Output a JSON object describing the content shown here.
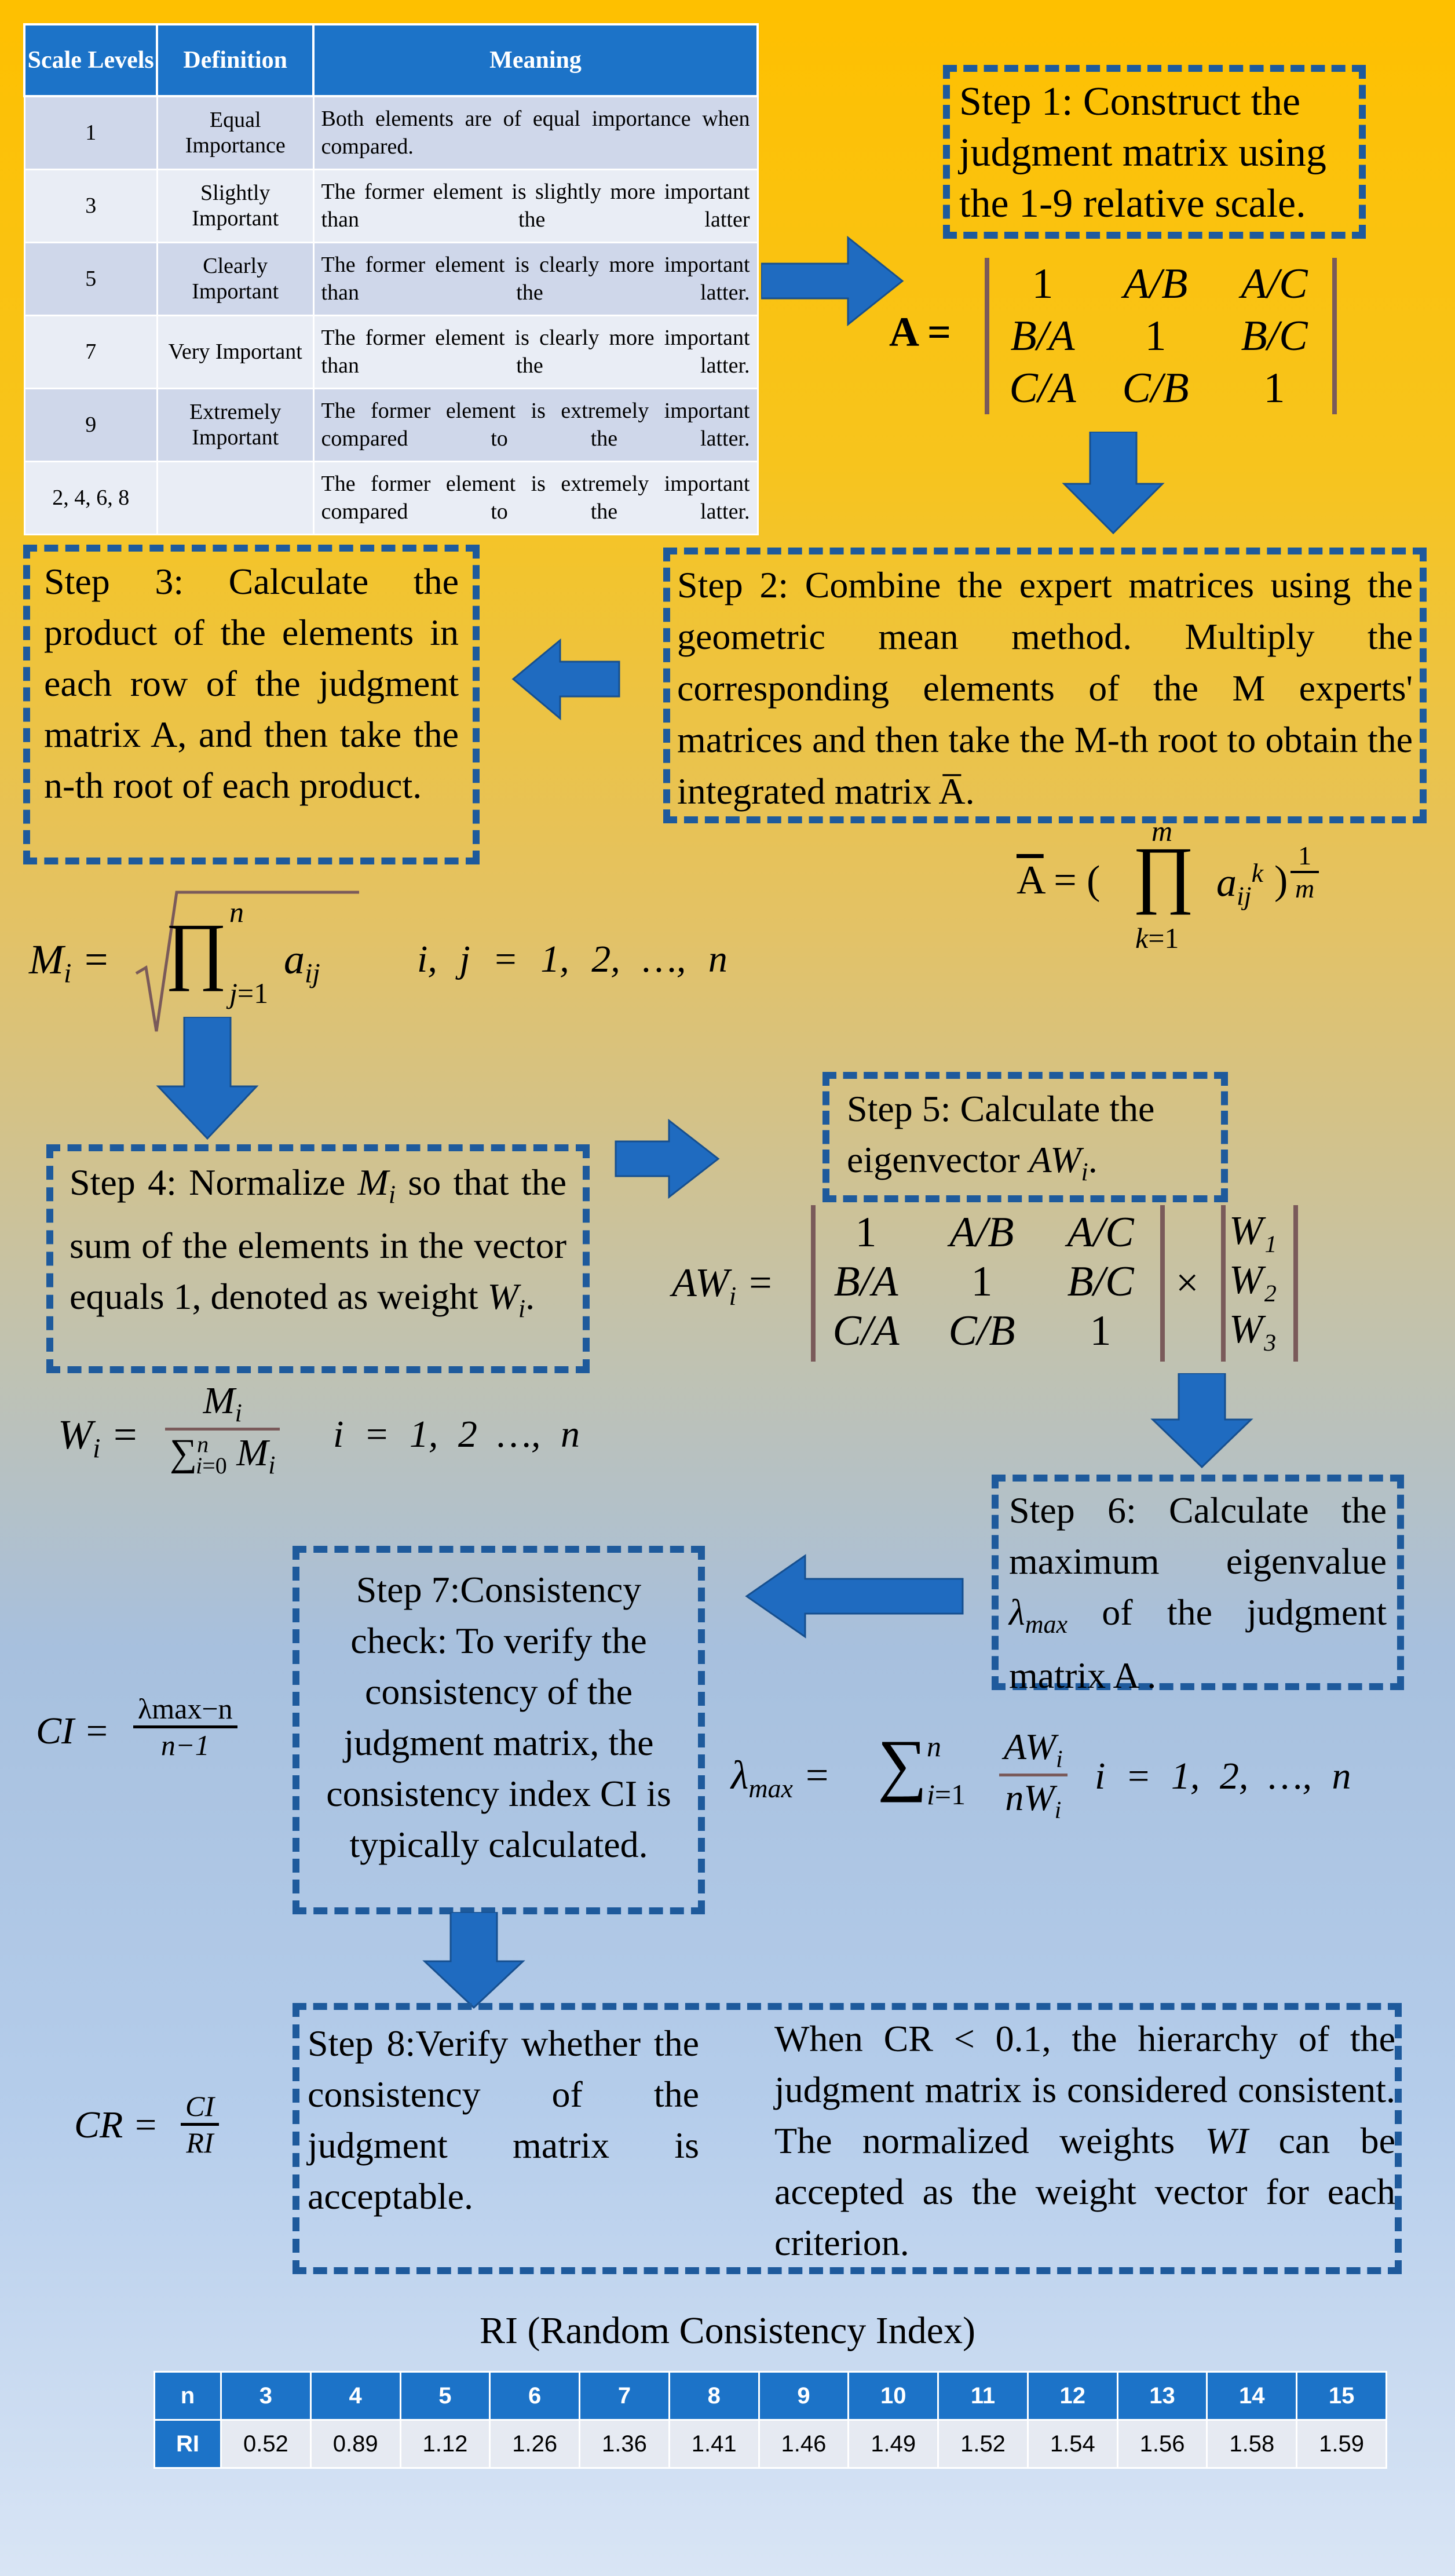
{
  "scale_table": {
    "headers": [
      "Scale Levels",
      "Definition",
      "Meaning"
    ],
    "rows": [
      {
        "level": "1",
        "definition": "Equal Importance",
        "meaning": "Both elements are of equal importance when compared."
      },
      {
        "level": "3",
        "definition": "Slightly Important",
        "meaning": "The former element is slightly more important than the latter"
      },
      {
        "level": "5",
        "definition": "Clearly Important",
        "meaning": "The former element is clearly more important than the latter."
      },
      {
        "level": "7",
        "definition": "Very Important",
        "meaning": "The former element is clearly more important than the latter."
      },
      {
        "level": "9",
        "definition": "Extremely Important",
        "meaning": "The former element is extremely important compared to the latter."
      },
      {
        "level": "2, 4, 6, 8",
        "definition": "",
        "meaning": "The former element is extremely important compared to the latter."
      }
    ]
  },
  "steps": {
    "step1": "Step 1: Construct the judgment matrix using the 1-9 relative scale.",
    "step2": "Step 2: Combine the expert matrices using the geometric mean method. Multiply the corresponding elements of the M experts' matrices and then take the M-th root to obtain the integrated matrix A̅.",
    "step3": "Step 3: Calculate the product of the elements in each row of the judgment matrix A, and then take the n-th root of each product.",
    "step4_pre": "Step 4: Normalize ",
    "step4_mid": " so that the sum of the elements in the vector equals 1, denoted as weight ",
    "step4_end": ".",
    "step5_pre": "Step 5: Calculate the eigenvector ",
    "step5_end": ".",
    "step6_pre": "Step 6: Calculate the maximum eigenvalue ",
    "step6_end": " of the judgment matrix A .",
    "step7": "Step 7:Consistency check: To verify the consistency of the judgment matrix, the consistency index CI is typically calculated.",
    "step8": "Step 8:Verify whether the consistency of the judgment matrix is acceptable.",
    "step8_note_1": "When CR < 0.1, the hierarchy of the judgment matrix is considered consistent. The normalized weights ",
    "step8_note_wi": "WI",
    "step8_note_2": " can be accepted as the weight vector for each criterion."
  },
  "math": {
    "matrix_A": [
      "1",
      "A/B",
      "A/C",
      "B/A",
      "1",
      "B/C",
      "C/A",
      "C/B",
      "1"
    ],
    "matrix_AW": [
      "1",
      "A/B",
      "A/C",
      "B/A",
      "1",
      "B/C",
      "C/A",
      "C/B",
      "1"
    ],
    "w_vector": [
      "W₁",
      "W₂",
      "W₃"
    ],
    "index_range": "i, j = 1, 2, …, n",
    "wi_range": "i = 1, 2 …, n",
    "lambda_range": "i = 1, 2, …, n",
    "ci_numerator": "λmax−n",
    "ci_denominator": "n−1"
  },
  "ri_table": {
    "title": "RI (Random Consistency Index)",
    "n_label": "n",
    "ri_label": "RI",
    "n": [
      "3",
      "4",
      "5",
      "6",
      "7",
      "8",
      "9",
      "10",
      "11",
      "12",
      "13",
      "14",
      "15"
    ],
    "ri": [
      "0.52",
      "0.89",
      "1.12",
      "1.26",
      "1.36",
      "1.41",
      "1.46",
      "1.49",
      "1.52",
      "1.54",
      "1.56",
      "1.58",
      "1.59"
    ]
  },
  "colors": {
    "arrow": "#1f6bc0",
    "dashed_border": "#1e5a9c",
    "table_header": "#1c73c8",
    "top_background": "#fec000",
    "bottom_background": "#d9e5f5"
  }
}
